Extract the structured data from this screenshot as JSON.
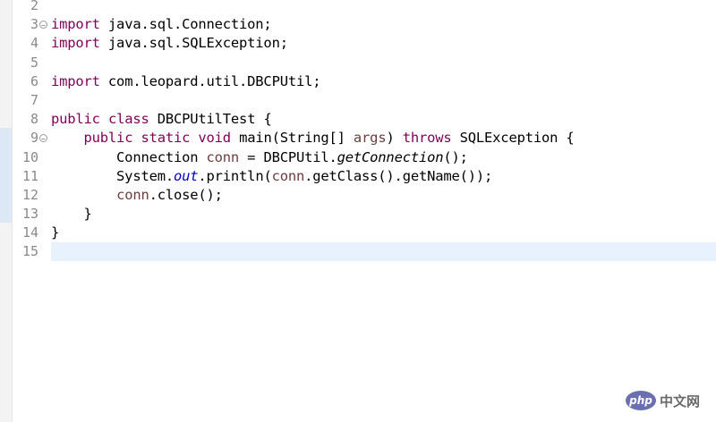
{
  "editor": {
    "lines": [
      {
        "number": "2",
        "fold": false,
        "tokens": []
      },
      {
        "number": "3",
        "fold": true,
        "tokens": [
          {
            "text": "import",
            "kind": "keyword"
          },
          {
            "text": " java.sql.Connection;",
            "kind": "plain"
          }
        ]
      },
      {
        "number": "4",
        "fold": false,
        "tokens": [
          {
            "text": "import",
            "kind": "keyword"
          },
          {
            "text": " java.sql.SQLException;",
            "kind": "plain"
          }
        ]
      },
      {
        "number": "5",
        "fold": false,
        "tokens": []
      },
      {
        "number": "6",
        "fold": false,
        "tokens": [
          {
            "text": "import",
            "kind": "keyword"
          },
          {
            "text": " com.leopard.util.DBCPUtil;",
            "kind": "plain"
          }
        ]
      },
      {
        "number": "7",
        "fold": false,
        "tokens": []
      },
      {
        "number": "8",
        "fold": false,
        "tokens": [
          {
            "text": "public",
            "kind": "keyword"
          },
          {
            "text": " ",
            "kind": "plain"
          },
          {
            "text": "class",
            "kind": "keyword"
          },
          {
            "text": " DBCPUtilTest {",
            "kind": "plain"
          }
        ]
      },
      {
        "number": "9",
        "fold": true,
        "tokens": [
          {
            "text": "    ",
            "kind": "plain"
          },
          {
            "text": "public",
            "kind": "keyword"
          },
          {
            "text": " ",
            "kind": "plain"
          },
          {
            "text": "static",
            "kind": "keyword"
          },
          {
            "text": " ",
            "kind": "plain"
          },
          {
            "text": "void",
            "kind": "keyword"
          },
          {
            "text": " main(String[] ",
            "kind": "plain"
          },
          {
            "text": "args",
            "kind": "param"
          },
          {
            "text": ") ",
            "kind": "plain"
          },
          {
            "text": "throws",
            "kind": "keyword"
          },
          {
            "text": " SQLException {",
            "kind": "plain"
          }
        ]
      },
      {
        "number": "10",
        "fold": false,
        "tokens": [
          {
            "text": "        Connection ",
            "kind": "plain"
          },
          {
            "text": "conn",
            "kind": "param"
          },
          {
            "text": " = DBCPUtil.",
            "kind": "plain"
          },
          {
            "text": "getConnection",
            "kind": "static-call"
          },
          {
            "text": "();",
            "kind": "plain"
          }
        ]
      },
      {
        "number": "11",
        "fold": false,
        "tokens": [
          {
            "text": "        System.",
            "kind": "plain"
          },
          {
            "text": "out",
            "kind": "static-field"
          },
          {
            "text": ".println(",
            "kind": "plain"
          },
          {
            "text": "conn",
            "kind": "param"
          },
          {
            "text": ".getClass().getName());",
            "kind": "plain"
          }
        ]
      },
      {
        "number": "12",
        "fold": false,
        "tokens": [
          {
            "text": "        ",
            "kind": "plain"
          },
          {
            "text": "conn",
            "kind": "param"
          },
          {
            "text": ".close();",
            "kind": "plain"
          }
        ]
      },
      {
        "number": "13",
        "fold": false,
        "tokens": [
          {
            "text": "    }",
            "kind": "plain"
          }
        ]
      },
      {
        "number": "14",
        "fold": false,
        "tokens": [
          {
            "text": "}",
            "kind": "plain"
          }
        ]
      },
      {
        "number": "15",
        "fold": false,
        "tokens": []
      }
    ],
    "fold_icon": "minus-circle-icon",
    "current_line": "15",
    "colors": {
      "keyword": "#7f0055",
      "param": "#6a3e3e",
      "static_field": "#0000c0",
      "current_line_bg": "#e8f2fe",
      "gutter_marker": "#dde8f6"
    }
  },
  "watermark": {
    "logo_text": "php",
    "site_text": "中文网"
  }
}
